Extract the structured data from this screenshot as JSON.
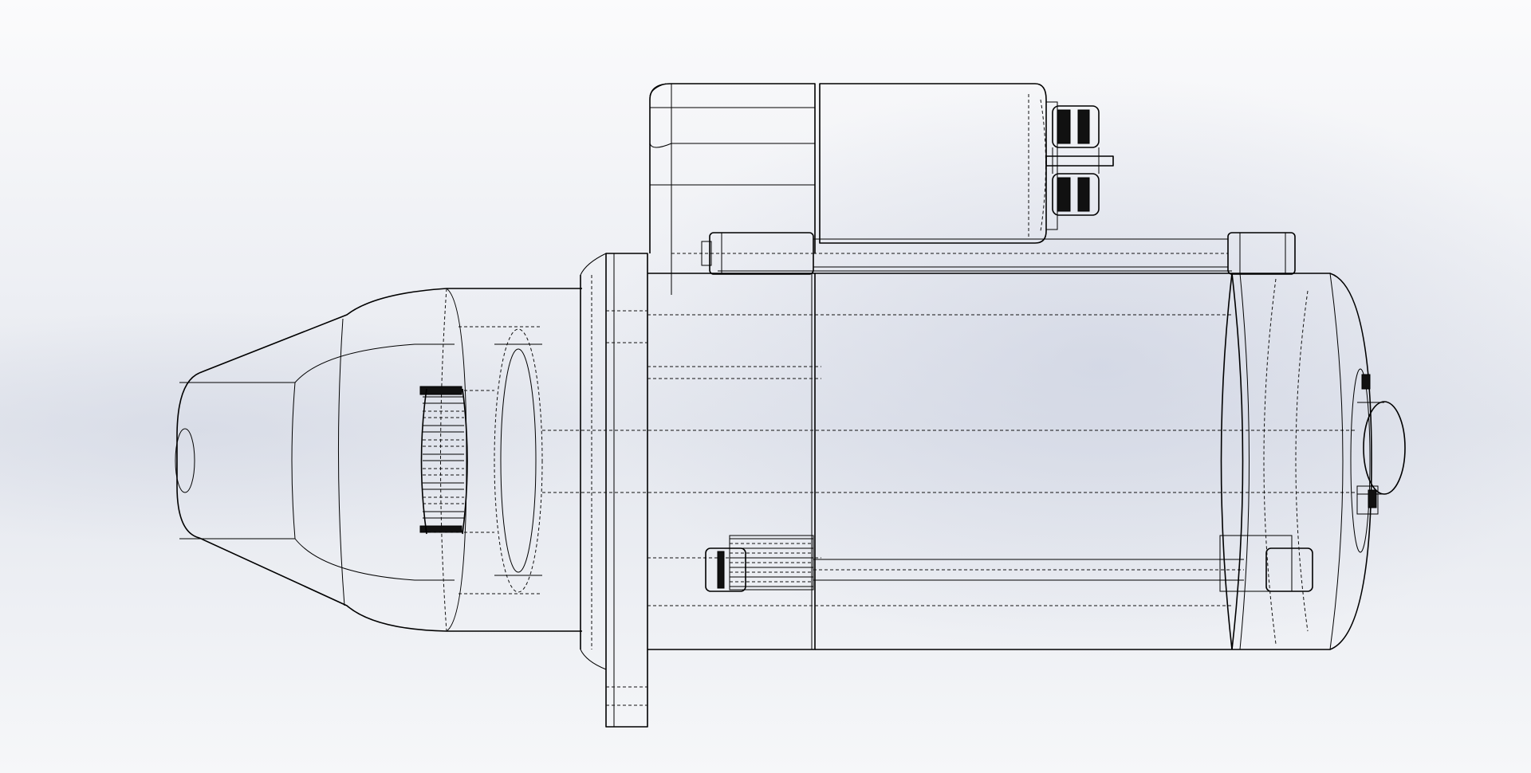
{
  "view": {
    "display_mode": "hidden-lines-visible",
    "line_color": "#000000",
    "background_colors": [
      "#ffffff",
      "#e4e7ee",
      "#c4cadc"
    ]
  },
  "model": {
    "components": [
      "housing",
      "nose-cone",
      "pinion-gear",
      "mounting-flange",
      "solenoid",
      "terminal-studs",
      "through-bolts",
      "end-cap"
    ]
  }
}
